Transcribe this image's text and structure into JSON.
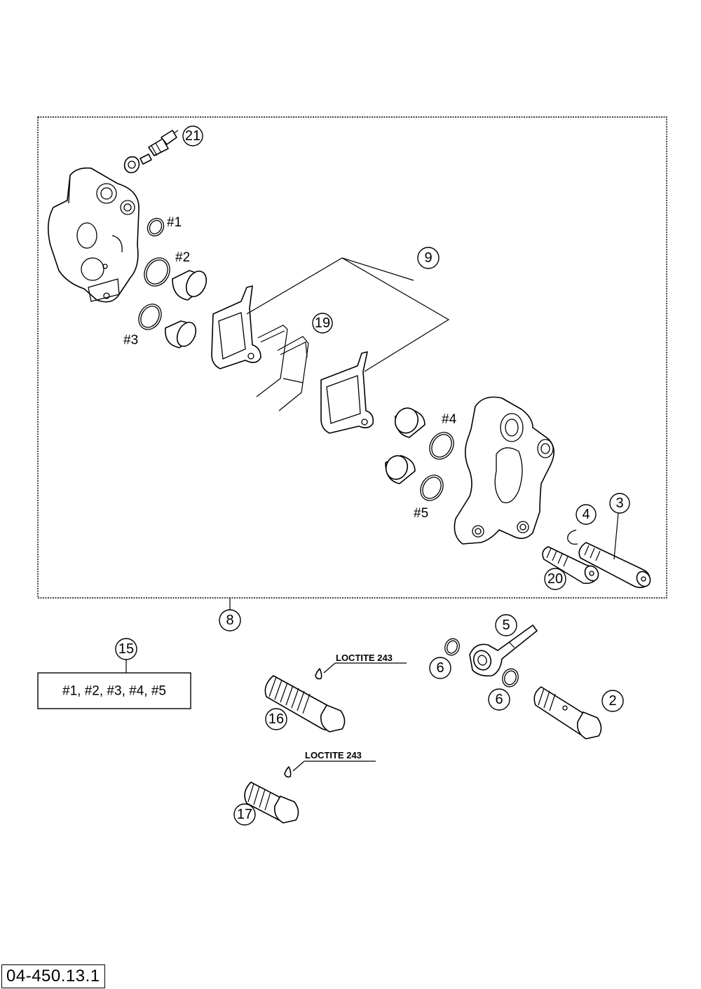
{
  "callouts": {
    "c21": "21",
    "c9": "9",
    "c19": "19",
    "c4": "4",
    "c3": "3",
    "c20": "20",
    "c8": "8",
    "c15": "15",
    "c5": "5",
    "c6a": "6",
    "c6b": "6",
    "c2": "2",
    "c16": "16",
    "c17": "17"
  },
  "seal_labels": {
    "s1": "#1",
    "s2": "#2",
    "s3": "#3",
    "s4": "#4",
    "s5": "#5"
  },
  "kit_contents": "#1, #2, #3, #4, #5",
  "loctite_labels": {
    "a": "LOCTITE 243",
    "b": "LOCTITE 243"
  },
  "document_id": "04-450.13.1"
}
